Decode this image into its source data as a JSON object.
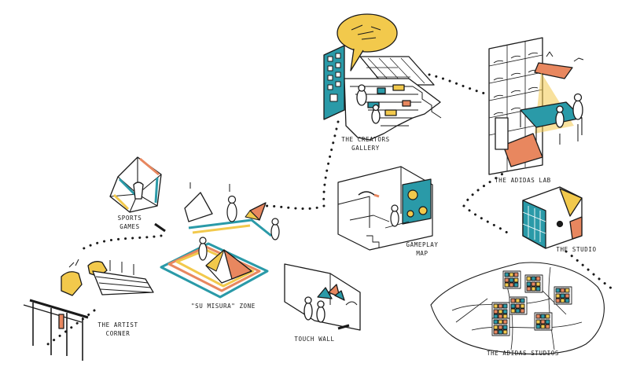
{
  "palette": {
    "ink": "#1a1a1a",
    "yellow": "#f2c94c",
    "teal": "#2a9aa8",
    "orange": "#e8875f",
    "white": "#ffffff"
  },
  "labels": {
    "creators_gallery": "THE CREATORS\nGALLERY",
    "adidas_lab": "THE ADIDAS LAB",
    "sports_games": "SPORTS\nGAMES",
    "gameplay_map": "GAMEPLAY\nMAP",
    "the_studio": "THE STUDIO",
    "su_misura_zone": "\"SU MISURA\" ZONE",
    "artist_corner": "THE ARTIST\nCORNER",
    "touch_wall": "TOUCH WALL",
    "adidas_studios": "THE ADIDAS STUDIOS"
  }
}
